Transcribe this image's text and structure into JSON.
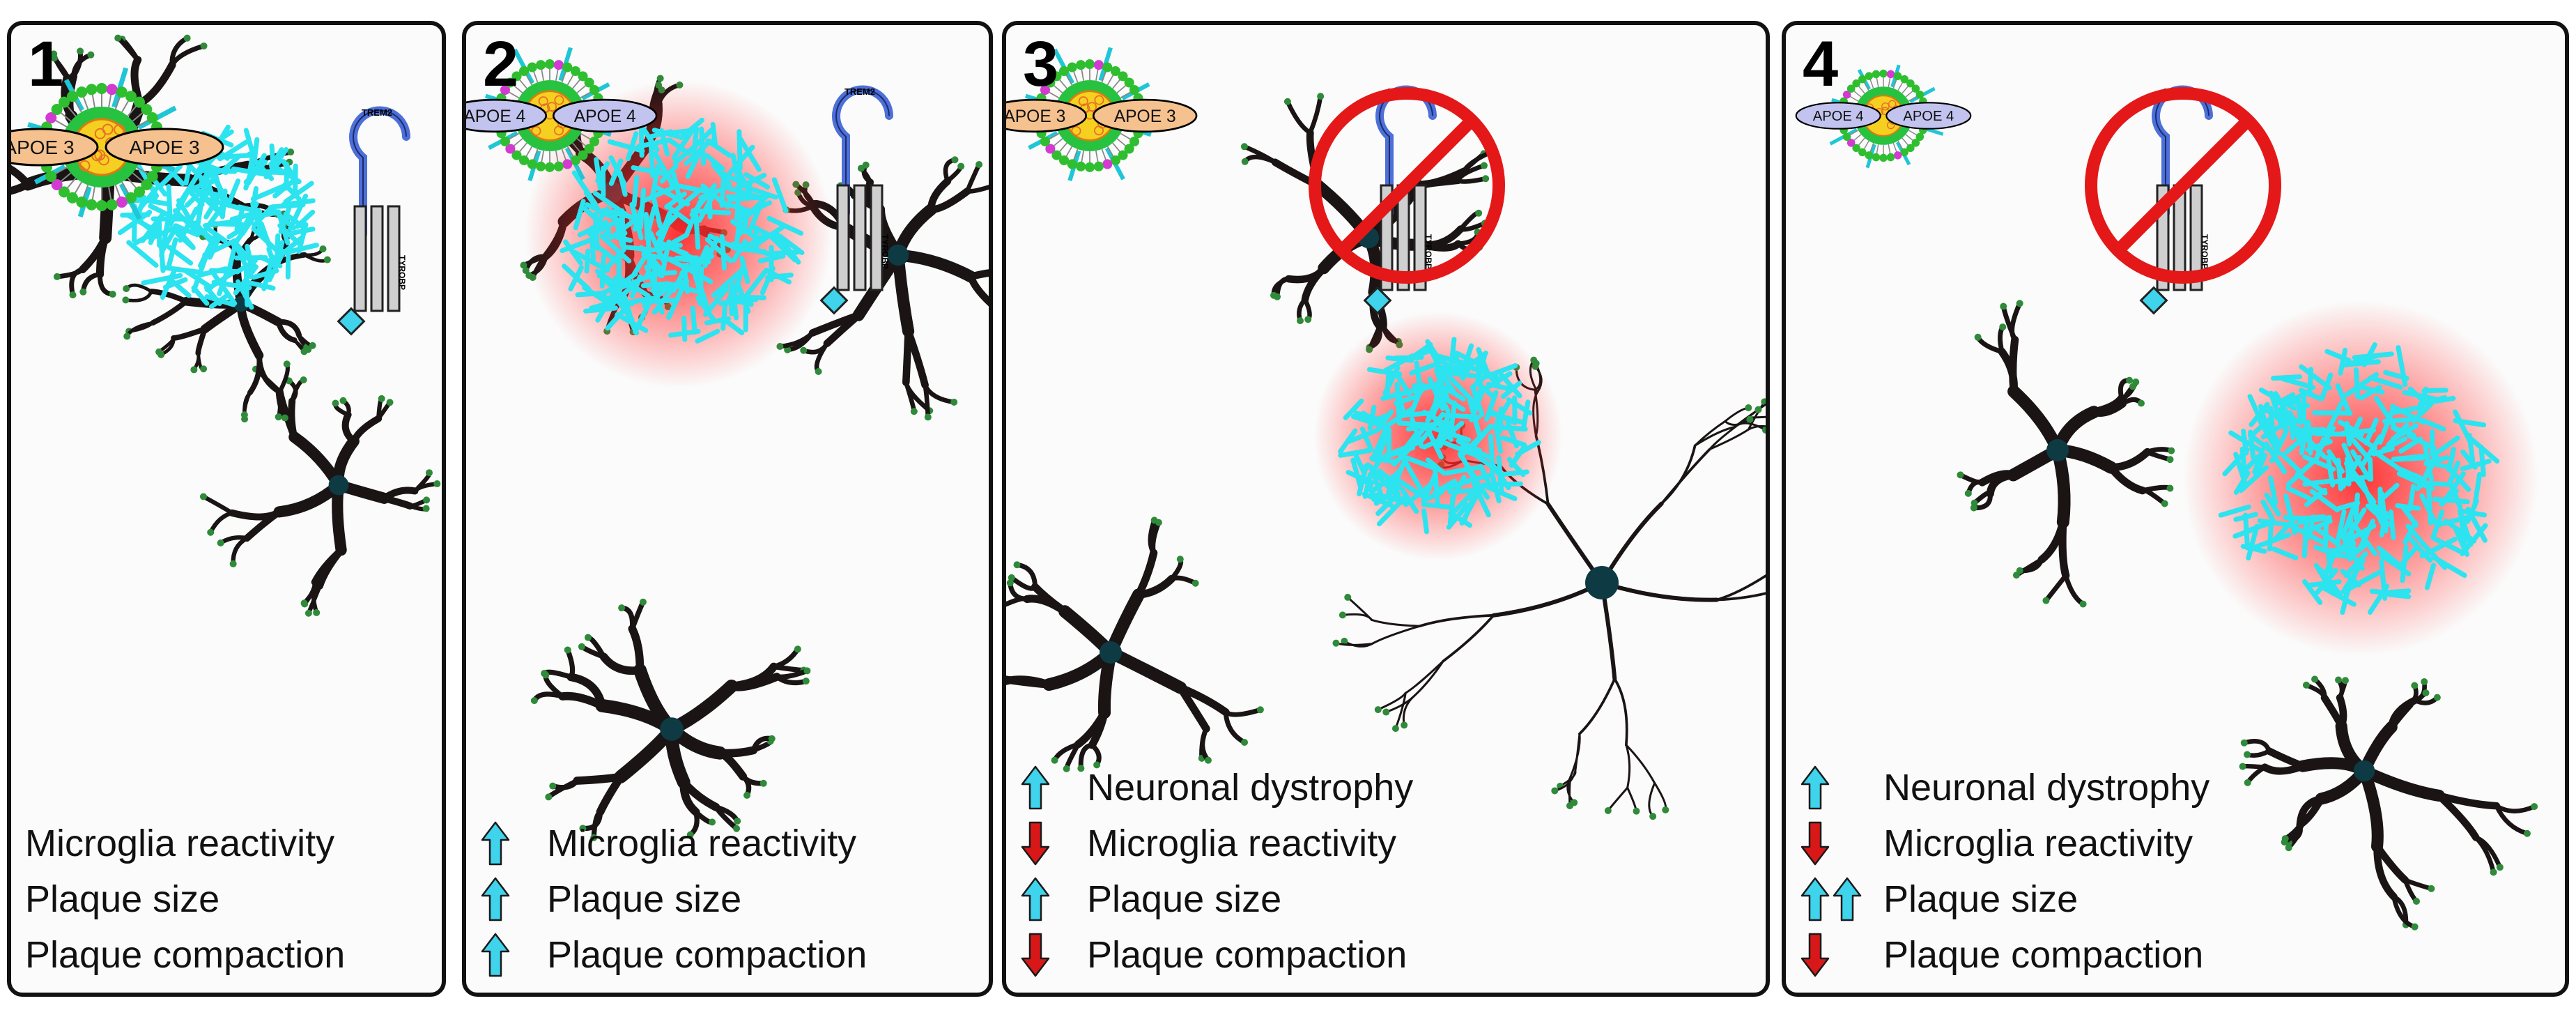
{
  "panels": [
    {
      "number": "1",
      "apoe_variant": "APOE 3",
      "apoe_fill": "#f5c18e",
      "trem2_label": "TREM2",
      "tyrobp_label": "TYROBP",
      "trem2_blocked": false,
      "outcomes": [
        {
          "label": "Microglia reactivity",
          "arrows": []
        },
        {
          "label": "Plaque size",
          "arrows": []
        },
        {
          "label": "Plaque compaction",
          "arrows": []
        }
      ]
    },
    {
      "number": "2",
      "apoe_variant": "APOE 4",
      "apoe_fill": "#c2c3ee",
      "trem2_label": "TREM2",
      "tyrobp_label": "TYROBP",
      "trem2_blocked": false,
      "outcomes": [
        {
          "label": "Microglia reactivity",
          "arrows": [
            "up"
          ]
        },
        {
          "label": "Plaque size",
          "arrows": [
            "up"
          ]
        },
        {
          "label": "Plaque compaction",
          "arrows": [
            "up"
          ]
        }
      ]
    },
    {
      "number": "3",
      "apoe_variant": "APOE 3",
      "apoe_fill": "#f5c18e",
      "trem2_label": "TREM2",
      "tyrobp_label": "TYROBP",
      "trem2_blocked": true,
      "outcomes": [
        {
          "label": "Neuronal dystrophy",
          "arrows": [
            "up"
          ]
        },
        {
          "label": "Microglia reactivity",
          "arrows": [
            "down"
          ]
        },
        {
          "label": "Plaque size",
          "arrows": [
            "up"
          ]
        },
        {
          "label": "Plaque compaction",
          "arrows": [
            "down"
          ]
        }
      ]
    },
    {
      "number": "4",
      "apoe_variant": "APOE 4",
      "apoe_fill": "#c2c3ee",
      "trem2_label": "TREM2",
      "tyrobp_label": "TYROBP",
      "trem2_blocked": true,
      "outcomes": [
        {
          "label": "Neuronal dystrophy",
          "arrows": [
            "up"
          ]
        },
        {
          "label": "Microglia reactivity",
          "arrows": [
            "down"
          ]
        },
        {
          "label": "Plaque size",
          "arrows": [
            "up",
            "up"
          ]
        },
        {
          "label": "Plaque compaction",
          "arrows": [
            "down"
          ]
        }
      ]
    }
  ],
  "colors": {
    "up_arrow": "#3fd3ec",
    "down_arrow": "#d81818",
    "fibril": "#2ce3f0",
    "plaque_halo": "#ff2a2a",
    "microglia": "#1a1414",
    "forbidden": "#e41818",
    "trem2": "#4c6fd8"
  },
  "icons": {
    "up": "up-arrow-icon",
    "down": "down-arrow-icon",
    "forbidden": "prohibited-icon",
    "lipoprotein": "lipoprotein-icon",
    "receptor": "trem2-receptor-icon",
    "plaque": "amyloid-plaque-icon",
    "microglia": "microglia-icon",
    "neuron": "neuron-icon"
  }
}
